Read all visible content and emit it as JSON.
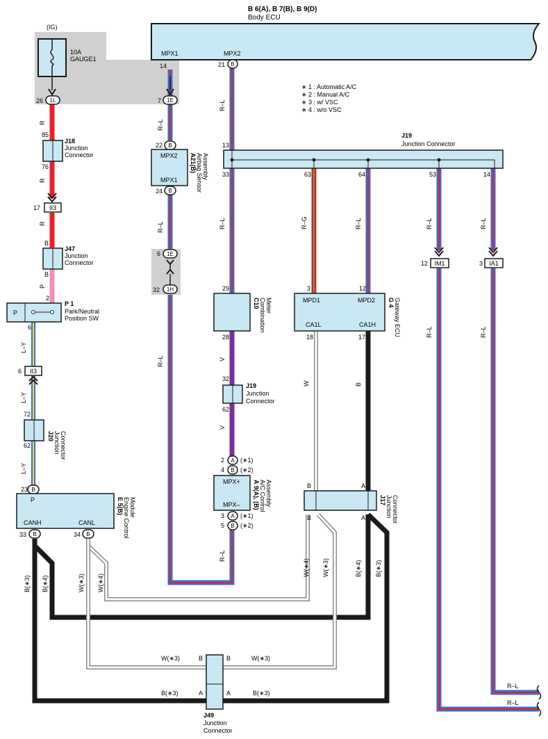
{
  "body_ecu": {
    "refs": "B 6(A), B 7(B), B 9(D)",
    "name": "Body ECU",
    "mpx1": "MPX1",
    "mpx2": "MPX2",
    "pin_mpx1": "14",
    "pin_mpx2": "21",
    "conn_mpx2": "B"
  },
  "fuse": {
    "ig": "(IG)",
    "rating": "10A",
    "name": "GAUGE1",
    "pin": "26",
    "conn": "1L"
  },
  "notes": [
    "∗ 1 : Automatic A/C",
    "∗ 2 : Manual A/C",
    "∗ 3 : w/ VSC",
    "∗ 4 : w/o VSC"
  ],
  "j18": {
    "ref": "J18",
    "name1": "Junction",
    "name2": "Connector",
    "pin_top": "85",
    "pin_bottom": "76"
  },
  "ii3_top": {
    "pin": "17",
    "label": "II3"
  },
  "j47": {
    "ref": "J47",
    "name1": "Junction",
    "name2": "Connector",
    "pin_top": "B",
    "pin_bottom": "B"
  },
  "p1": {
    "ref": "P 1",
    "name1": "Park/Neutral",
    "name2": "Position SW",
    "pin_top": "2",
    "pin_bottom": "6",
    "pin_label": "P"
  },
  "ii3_bottom": {
    "pin": "6",
    "label": "II3"
  },
  "j20": {
    "ref": "J20",
    "name1": "Junction",
    "name2": "Connector",
    "pin_top": "72",
    "pin_bottom": "62"
  },
  "ecm": {
    "ref": "E 5(B)",
    "name1": "Engine Control",
    "name2": "Module",
    "pin_p": "P",
    "canh": "CANH",
    "canl": "CANL",
    "pin_top": "23",
    "pin_canh": "33",
    "pin_canl": "34",
    "conn": "B"
  },
  "conn_1e_top": {
    "pin": "7",
    "conn": "1E"
  },
  "a21": {
    "ref": "A21(B)",
    "name1": "Airbag Sensor",
    "name2": "Assembly",
    "mpx2": "MPX2",
    "mpx1": "MPX1",
    "pin_top": "22",
    "pin_bottom": "24",
    "conn": "B"
  },
  "conn_1e_1h": {
    "pin_e": "6",
    "conn_e": "1E",
    "pin_h": "32",
    "conn_h": "1H"
  },
  "j19_top": {
    "ref": "J19",
    "name": "Junction Connector",
    "pin_in": "13",
    "pins": [
      "33",
      "63",
      "64",
      "53",
      "14"
    ]
  },
  "c10": {
    "ref": "C10",
    "name1": "Combination",
    "name2": "Meter",
    "pin_top": "29",
    "pin_bottom": "28"
  },
  "j19_mid": {
    "ref": "J19",
    "name1": "Junction",
    "name2": "Connector",
    "pin_top": "32",
    "pin_bottom": "62"
  },
  "a9": {
    "ref": "A 9(A), (B)",
    "name1": "A/C Control",
    "name2": "Assembly",
    "mpx_plus": "MPX+",
    "mpx_minus": "MPX–",
    "pin2": "2",
    "pin4": "4",
    "pin3": "3",
    "pin5": "5",
    "conn_a": "A",
    "conn_b": "B",
    "note1": "(∗1)",
    "note2": "(∗2)"
  },
  "g4": {
    "ref": "G 4",
    "name": "Gateway ECU",
    "mpd1": "MPD1",
    "mpd2": "MPD2",
    "ca1l": "CA1L",
    "ca1h": "CA1H",
    "pin_mpd1": "3",
    "pin_mpd2": "12",
    "pin_ca1l": "18",
    "pin_ca1h": "17"
  },
  "j17": {
    "ref": "J17",
    "name1": "Junction",
    "name2": "Connector",
    "b": "B",
    "a": "A"
  },
  "im1": {
    "pin": "12",
    "label": "IM1"
  },
  "ia1": {
    "pin": "3",
    "label": "IA1"
  },
  "j49": {
    "ref": "J49",
    "name1": "Junction",
    "name2": "Connector",
    "b": "B",
    "a": "A"
  },
  "wires": {
    "r": "R",
    "p": "P",
    "b": "B",
    "w": "W",
    "v": "V",
    "ly": "L–Y",
    "rl": "R–L",
    "rg": "R–G",
    "b3": "B(∗3)",
    "b4": "B(∗4)",
    "w3": "W(∗3)",
    "w4": "W(∗4)"
  }
}
